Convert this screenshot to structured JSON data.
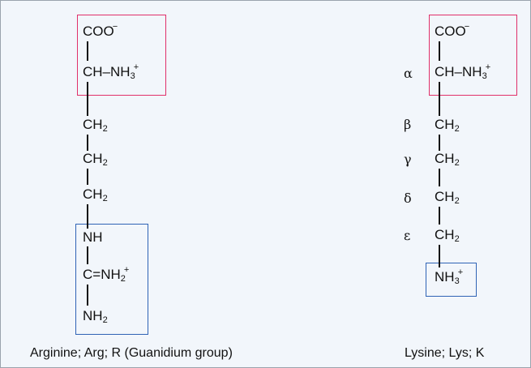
{
  "arginine": {
    "coo": "COO",
    "coo_charge": "−",
    "ch": "CH–NH",
    "ch_sub": "3",
    "ch_sup": "+",
    "ch2_1": "CH",
    "ch2_2": "CH",
    "ch2_3": "CH",
    "ch2_sub": "2",
    "nh": "NH",
    "c": "C=NH",
    "c_sub": "2",
    "c_sup": "+",
    "nh2": "NH",
    "nh2_sub": "2",
    "caption": "Arginine; Arg; R (Guanidium group)"
  },
  "lysine": {
    "coo": "COO",
    "coo_charge": "−",
    "ch": "CH–NH",
    "ch_sub": "3",
    "ch_sup": "+",
    "ch2_sub": "2",
    "ch2_1": "CH",
    "ch2_2": "CH",
    "ch2_3": "CH",
    "ch2_4": "CH",
    "nh3": "NH",
    "nh3_sub": "3",
    "nh3_sup": "+",
    "caption": "Lysine; Lys; K",
    "greek": [
      "α",
      "β",
      "γ",
      "δ",
      "ε"
    ]
  },
  "colors": {
    "alpha_box": "#e0306a",
    "side_chain_box": "#2f63b5"
  }
}
